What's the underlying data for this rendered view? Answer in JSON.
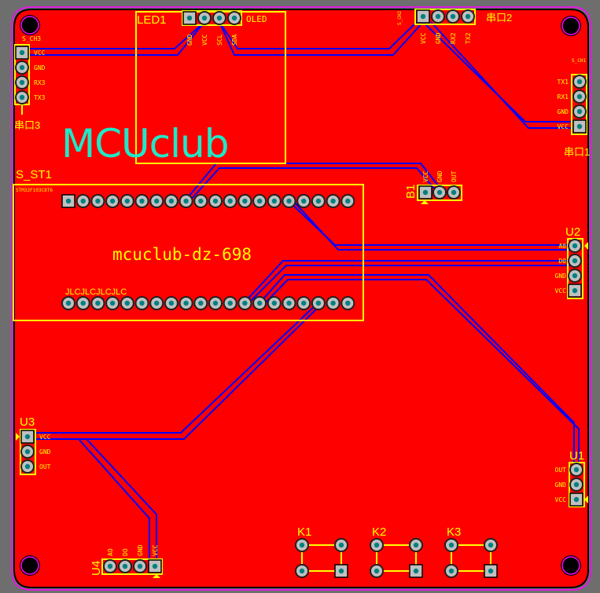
{
  "logo": "MCUclub",
  "board_title": "mcuclub-dz-698",
  "jlc_mark": "JLCJLCJLCJLC",
  "colors": {
    "board": "#ff0000",
    "silk": "#ffff00",
    "trace": "#0000ff",
    "outline": "#ff00ff",
    "logo": "#1de9c8",
    "background": "#6e6e6e"
  },
  "components": {
    "uart3": {
      "ref": "串口3",
      "tag": "S_CH3",
      "pins": [
        "VCC",
        "GND",
        "RX3",
        "TX3"
      ]
    },
    "led1": {
      "ref": "LED1",
      "name": "OLED",
      "pins": [
        "GND",
        "VCC",
        "SCL",
        "SDA"
      ]
    },
    "uart2": {
      "ref": "串口2",
      "tag": "S_CH2",
      "pins": [
        "VCC",
        "GND",
        "RX2",
        "TX2"
      ]
    },
    "uart1": {
      "ref": "串口1",
      "tag": "S_CH1",
      "pins": [
        "TX1",
        "RX1",
        "GND",
        "VCC"
      ]
    },
    "b1": {
      "ref": "B1",
      "pins": [
        "VCC",
        "GND",
        "OUT"
      ]
    },
    "s_st1": {
      "ref": "S_ST1",
      "tag": "STM32F103C8T6"
    },
    "u2": {
      "ref": "U2",
      "pins": [
        "A0",
        "D0",
        "GND",
        "VCC"
      ]
    },
    "u3": {
      "ref": "U3",
      "pins": [
        "VCC",
        "GND",
        "OUT"
      ]
    },
    "u4": {
      "ref": "U4",
      "pins": [
        "AO",
        "DO",
        "GND",
        "VCC"
      ]
    },
    "u1": {
      "ref": "U1",
      "pins": [
        "OUT",
        "GND",
        "VCC"
      ]
    },
    "k1": {
      "ref": "K1"
    },
    "k2": {
      "ref": "K2"
    },
    "k3": {
      "ref": "K3"
    }
  }
}
